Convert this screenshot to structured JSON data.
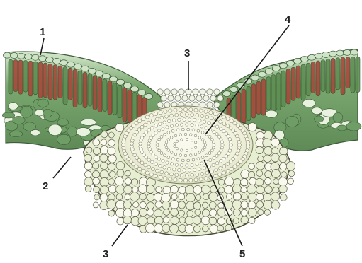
{
  "diagram": {
    "colors": {
      "background": "#ffffff",
      "epidermis": "#cfe3c6",
      "palisade_red": "#a6483a",
      "palisade_green": "#5e8d52",
      "spongy": "#6f9d66",
      "bundle_cells": "#eef1d8",
      "bundle_outline": "#4a4a3a",
      "vascular_core": "#f6f4e2",
      "lower_tissue": "#e8efd4"
    },
    "callouts": [
      {
        "id": "1",
        "text": "1"
      },
      {
        "id": "2",
        "text": "2"
      },
      {
        "id": "3a",
        "text": "3"
      },
      {
        "id": "3b",
        "text": "3"
      },
      {
        "id": "4",
        "text": "4"
      },
      {
        "id": "5",
        "text": "5"
      }
    ]
  }
}
